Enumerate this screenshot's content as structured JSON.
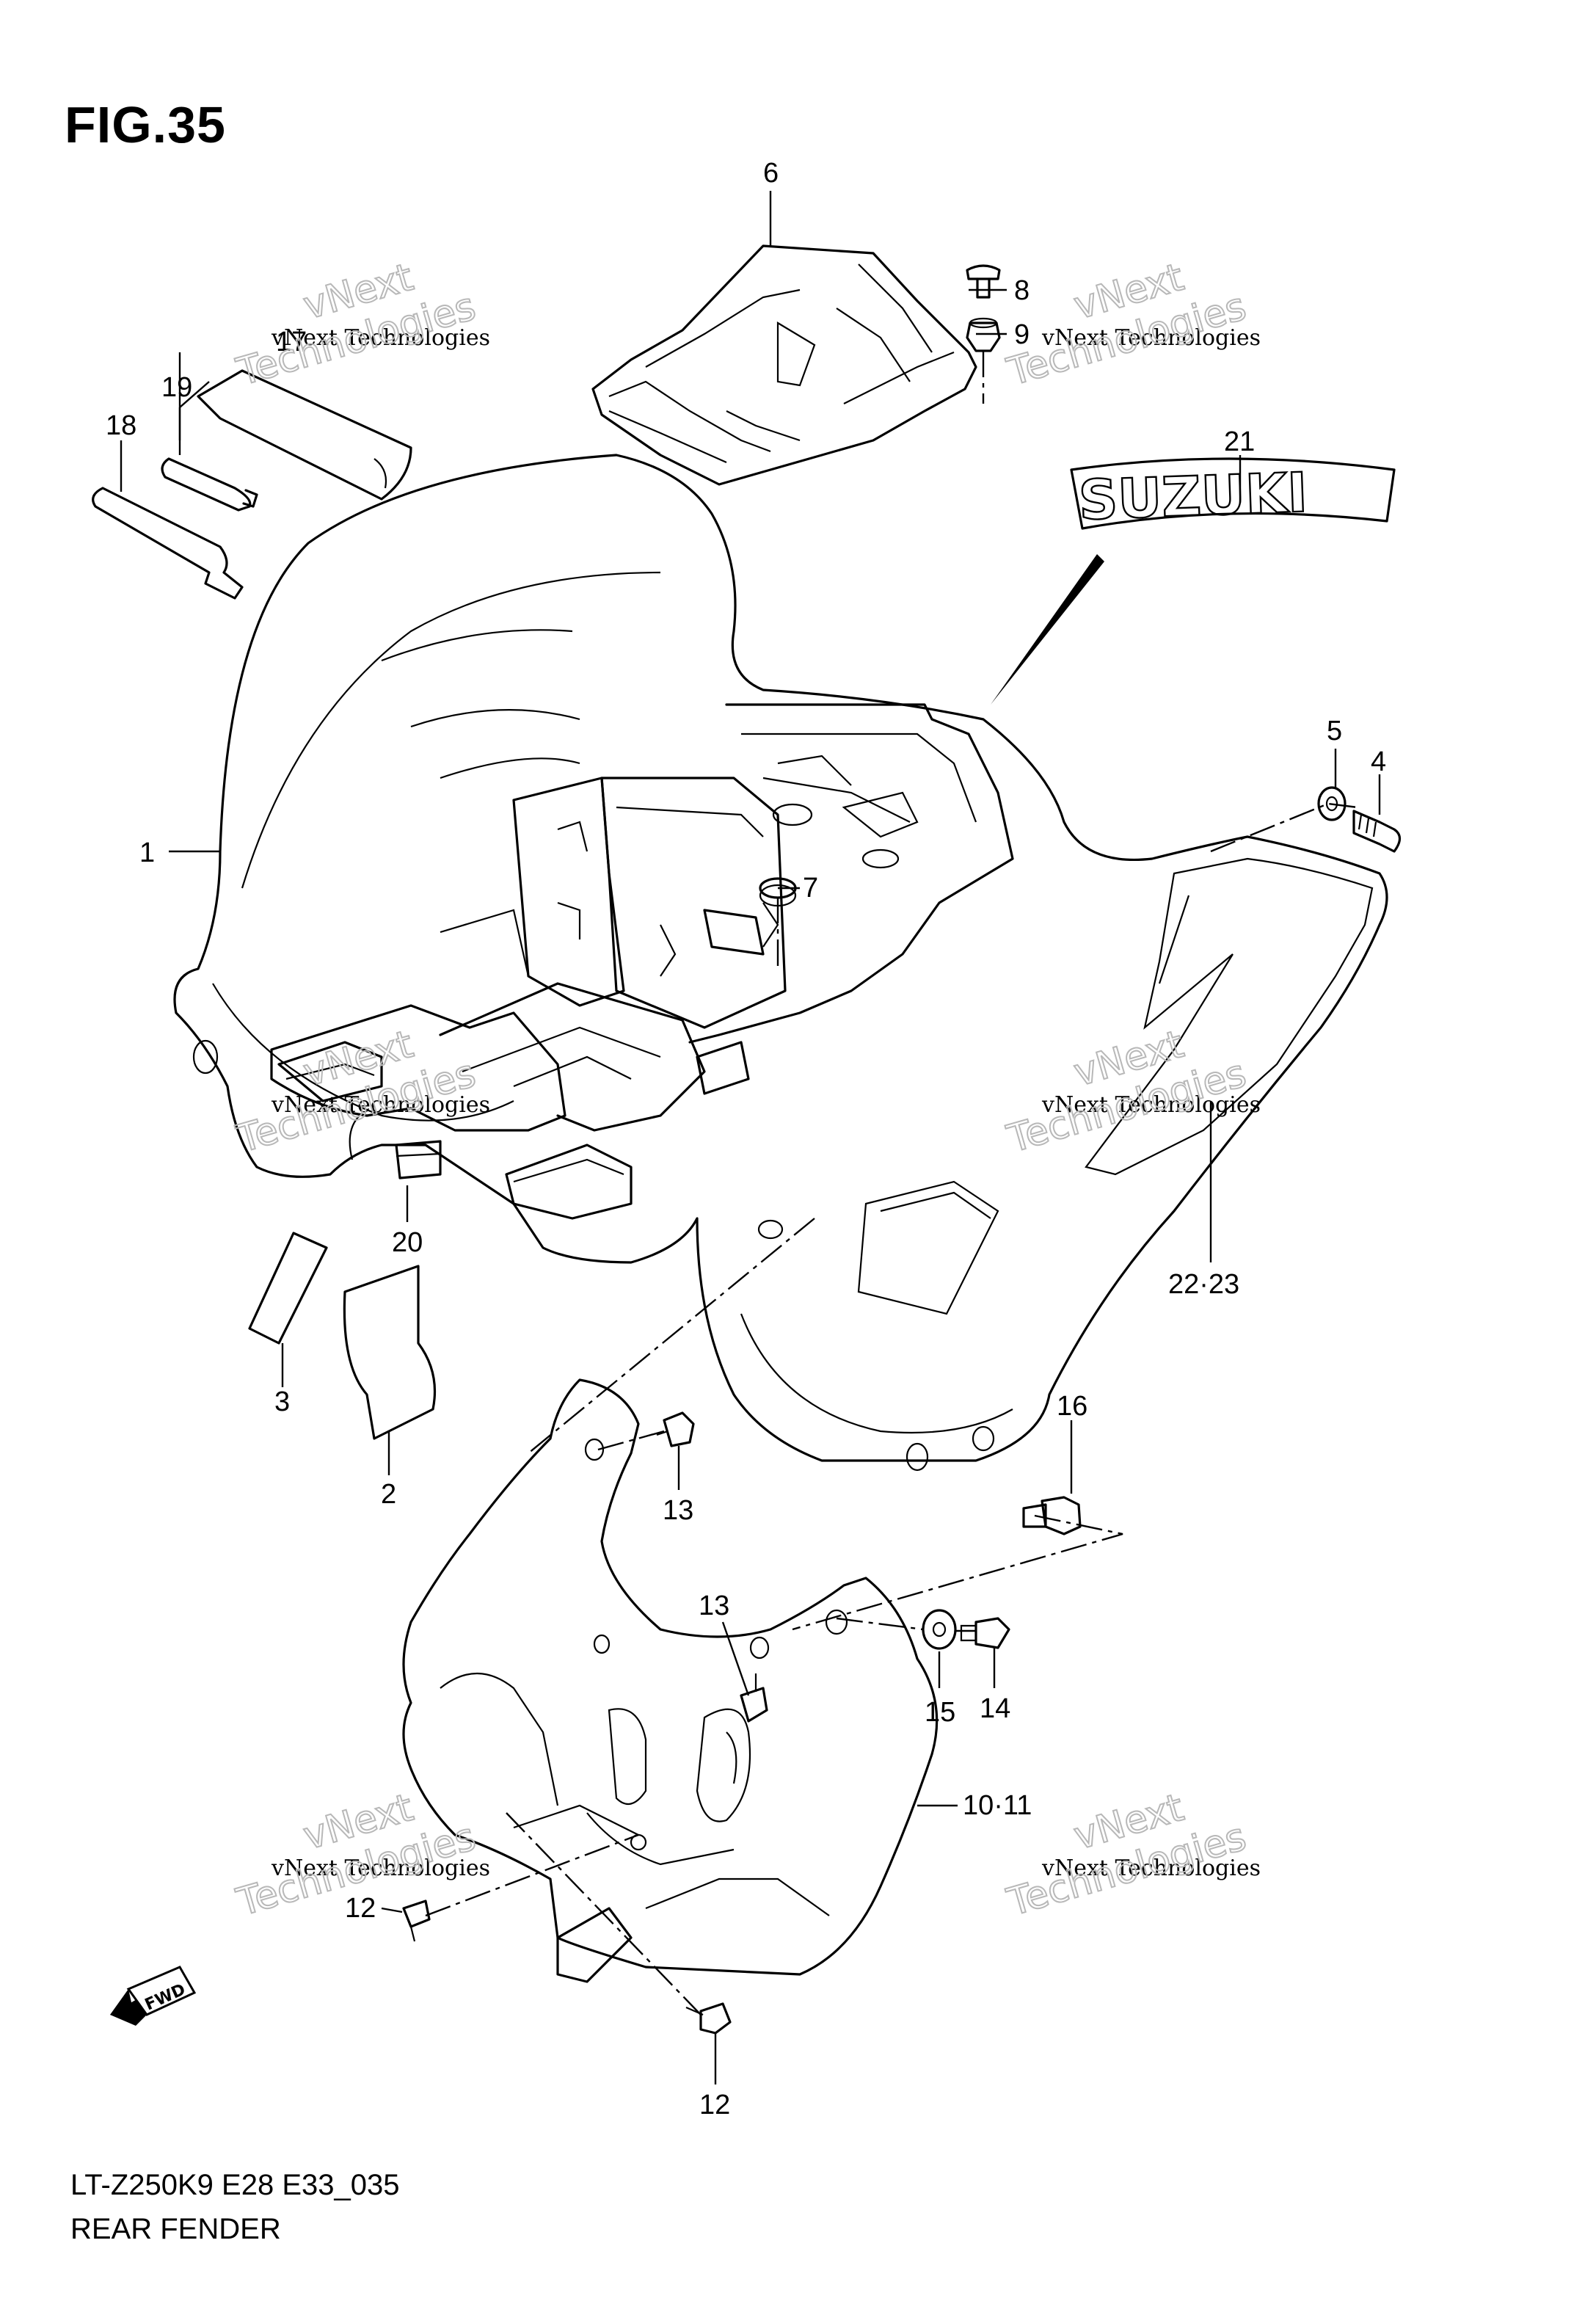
{
  "figure": {
    "title": "FIG.35"
  },
  "caption": {
    "model_code": "LT-Z250K9 E28 E33_035",
    "name": "REAR FENDER"
  },
  "callouts": [
    {
      "key": "c1",
      "text": "1"
    },
    {
      "key": "c2",
      "text": "2"
    },
    {
      "key": "c3",
      "text": "3"
    },
    {
      "key": "c4",
      "text": "4"
    },
    {
      "key": "c5",
      "text": "5"
    },
    {
      "key": "c6",
      "text": "6"
    },
    {
      "key": "c7",
      "text": "7"
    },
    {
      "key": "c8",
      "text": "8"
    },
    {
      "key": "c9",
      "text": "9"
    },
    {
      "key": "c10",
      "text": "10·11"
    },
    {
      "key": "c12a",
      "text": "12"
    },
    {
      "key": "c12b",
      "text": "12"
    },
    {
      "key": "c13a",
      "text": "13"
    },
    {
      "key": "c13b",
      "text": "13"
    },
    {
      "key": "c14",
      "text": "14"
    },
    {
      "key": "c15",
      "text": "15"
    },
    {
      "key": "c16",
      "text": "16"
    },
    {
      "key": "c17",
      "text": "17"
    },
    {
      "key": "c18",
      "text": "18"
    },
    {
      "key": "c19",
      "text": "19"
    },
    {
      "key": "c20",
      "text": "20"
    },
    {
      "key": "c21",
      "text": "21"
    },
    {
      "key": "c22",
      "text": "22·23"
    }
  ],
  "decal_text": "SUZUKI",
  "fwd_label": "FWD",
  "watermark": {
    "line1": "vNext Technologies",
    "line2": "vNext",
    "line3": "Technologies"
  }
}
